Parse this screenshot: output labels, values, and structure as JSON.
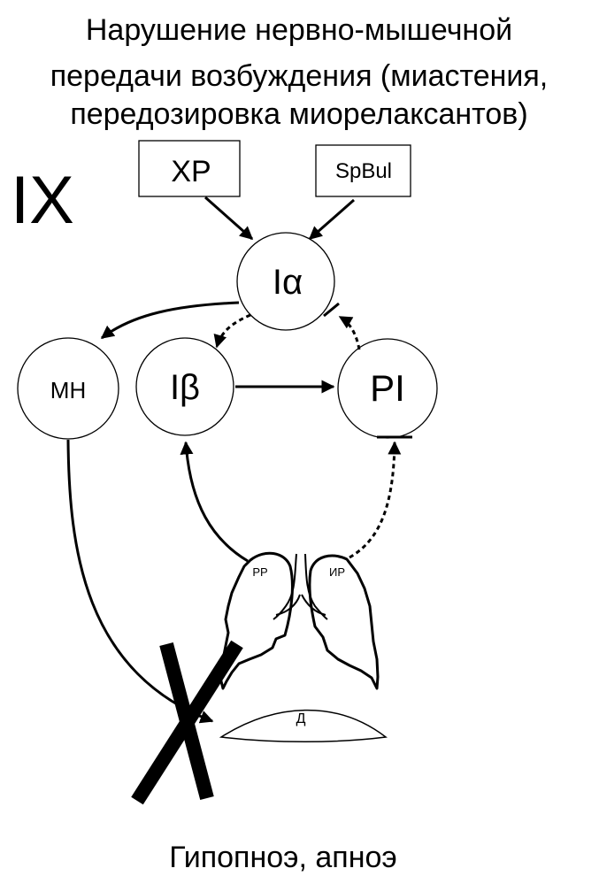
{
  "title": {
    "line1": "Нарушение нервно-мышечной",
    "line2": "передачи возбуждения (миастения,",
    "line3": "передозировка миорелаксантов)"
  },
  "numeral": "IX",
  "nodes": {
    "xp": "XP",
    "spbul": "SpBul",
    "ia": "Iα",
    "ib": "Iβ",
    "mn": "МН",
    "pi": "PI"
  },
  "lungs": {
    "left_label": "РР",
    "right_label": "ИР"
  },
  "diaphragm_label": "Д",
  "outcome": "Гипопноэ, апноэ"
}
